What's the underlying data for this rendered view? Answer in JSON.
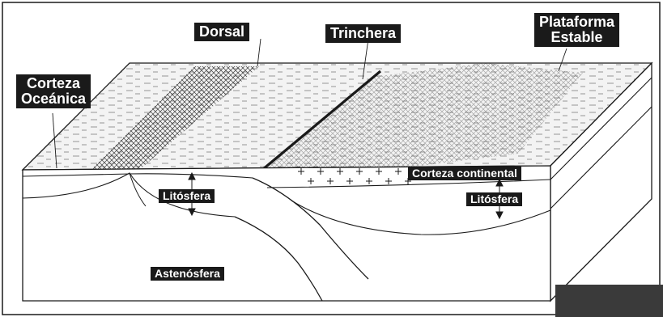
{
  "labels": {
    "dorsal": "Dorsal",
    "trinchera": "Trinchera",
    "plataforma_line1": "Plataforma",
    "plataforma_line2": "Estable",
    "corteza_oceanica_line1": "Corteza",
    "corteza_oceanica_line2": "Oceánica",
    "corteza_continental": "Corteza continental",
    "litosfera_oceanic": "Litósfera",
    "litosfera_continental": "Litósfera",
    "astenosfera": "Astenósfera"
  },
  "colors": {
    "ink": "#1a1a1a",
    "paper": "#ffffff",
    "surface_shade": "#f3f3f3"
  }
}
